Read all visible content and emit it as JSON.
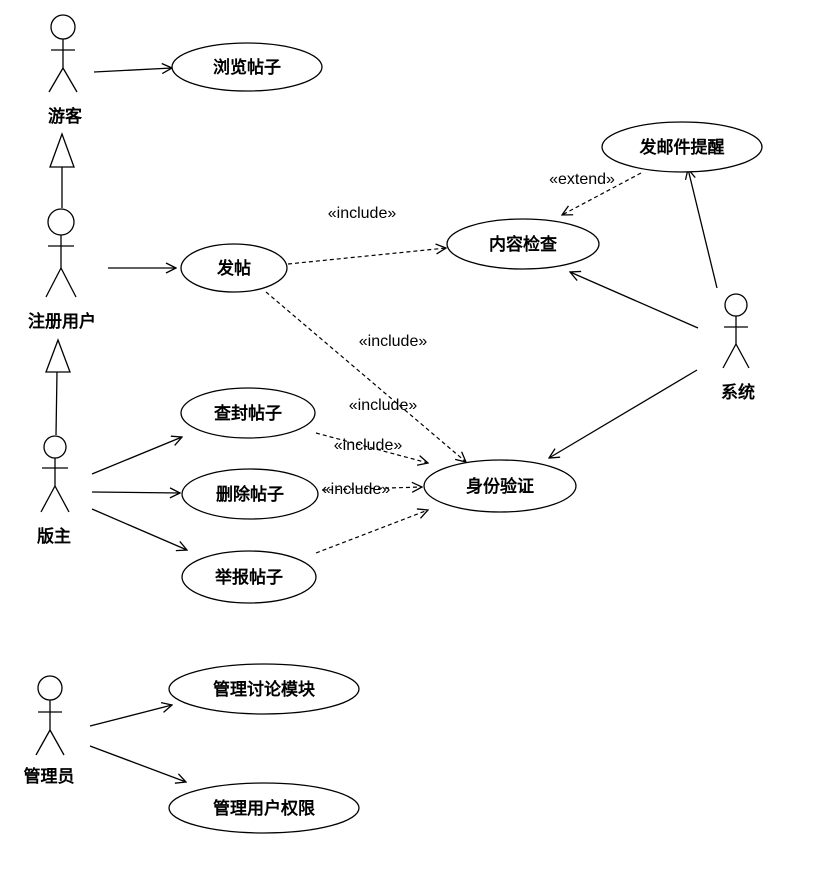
{
  "actors": {
    "visitor": "游客",
    "registered_user": "注册用户",
    "moderator": "版主",
    "administrator": "管理员",
    "system": "系统"
  },
  "use_cases": {
    "browse_posts": "浏览帖子",
    "post": "发帖",
    "content_check": "内容检查",
    "email_reminder": "发邮件提醒",
    "identity_verification": "身份验证",
    "ban_posts": "查封帖子",
    "delete_posts": "删除帖子",
    "report_posts": "举报帖子",
    "manage_modules": "管理讨论模块",
    "manage_permissions": "管理用户权限"
  },
  "stereotypes": {
    "include": "«include»",
    "extend": "«extend»"
  }
}
